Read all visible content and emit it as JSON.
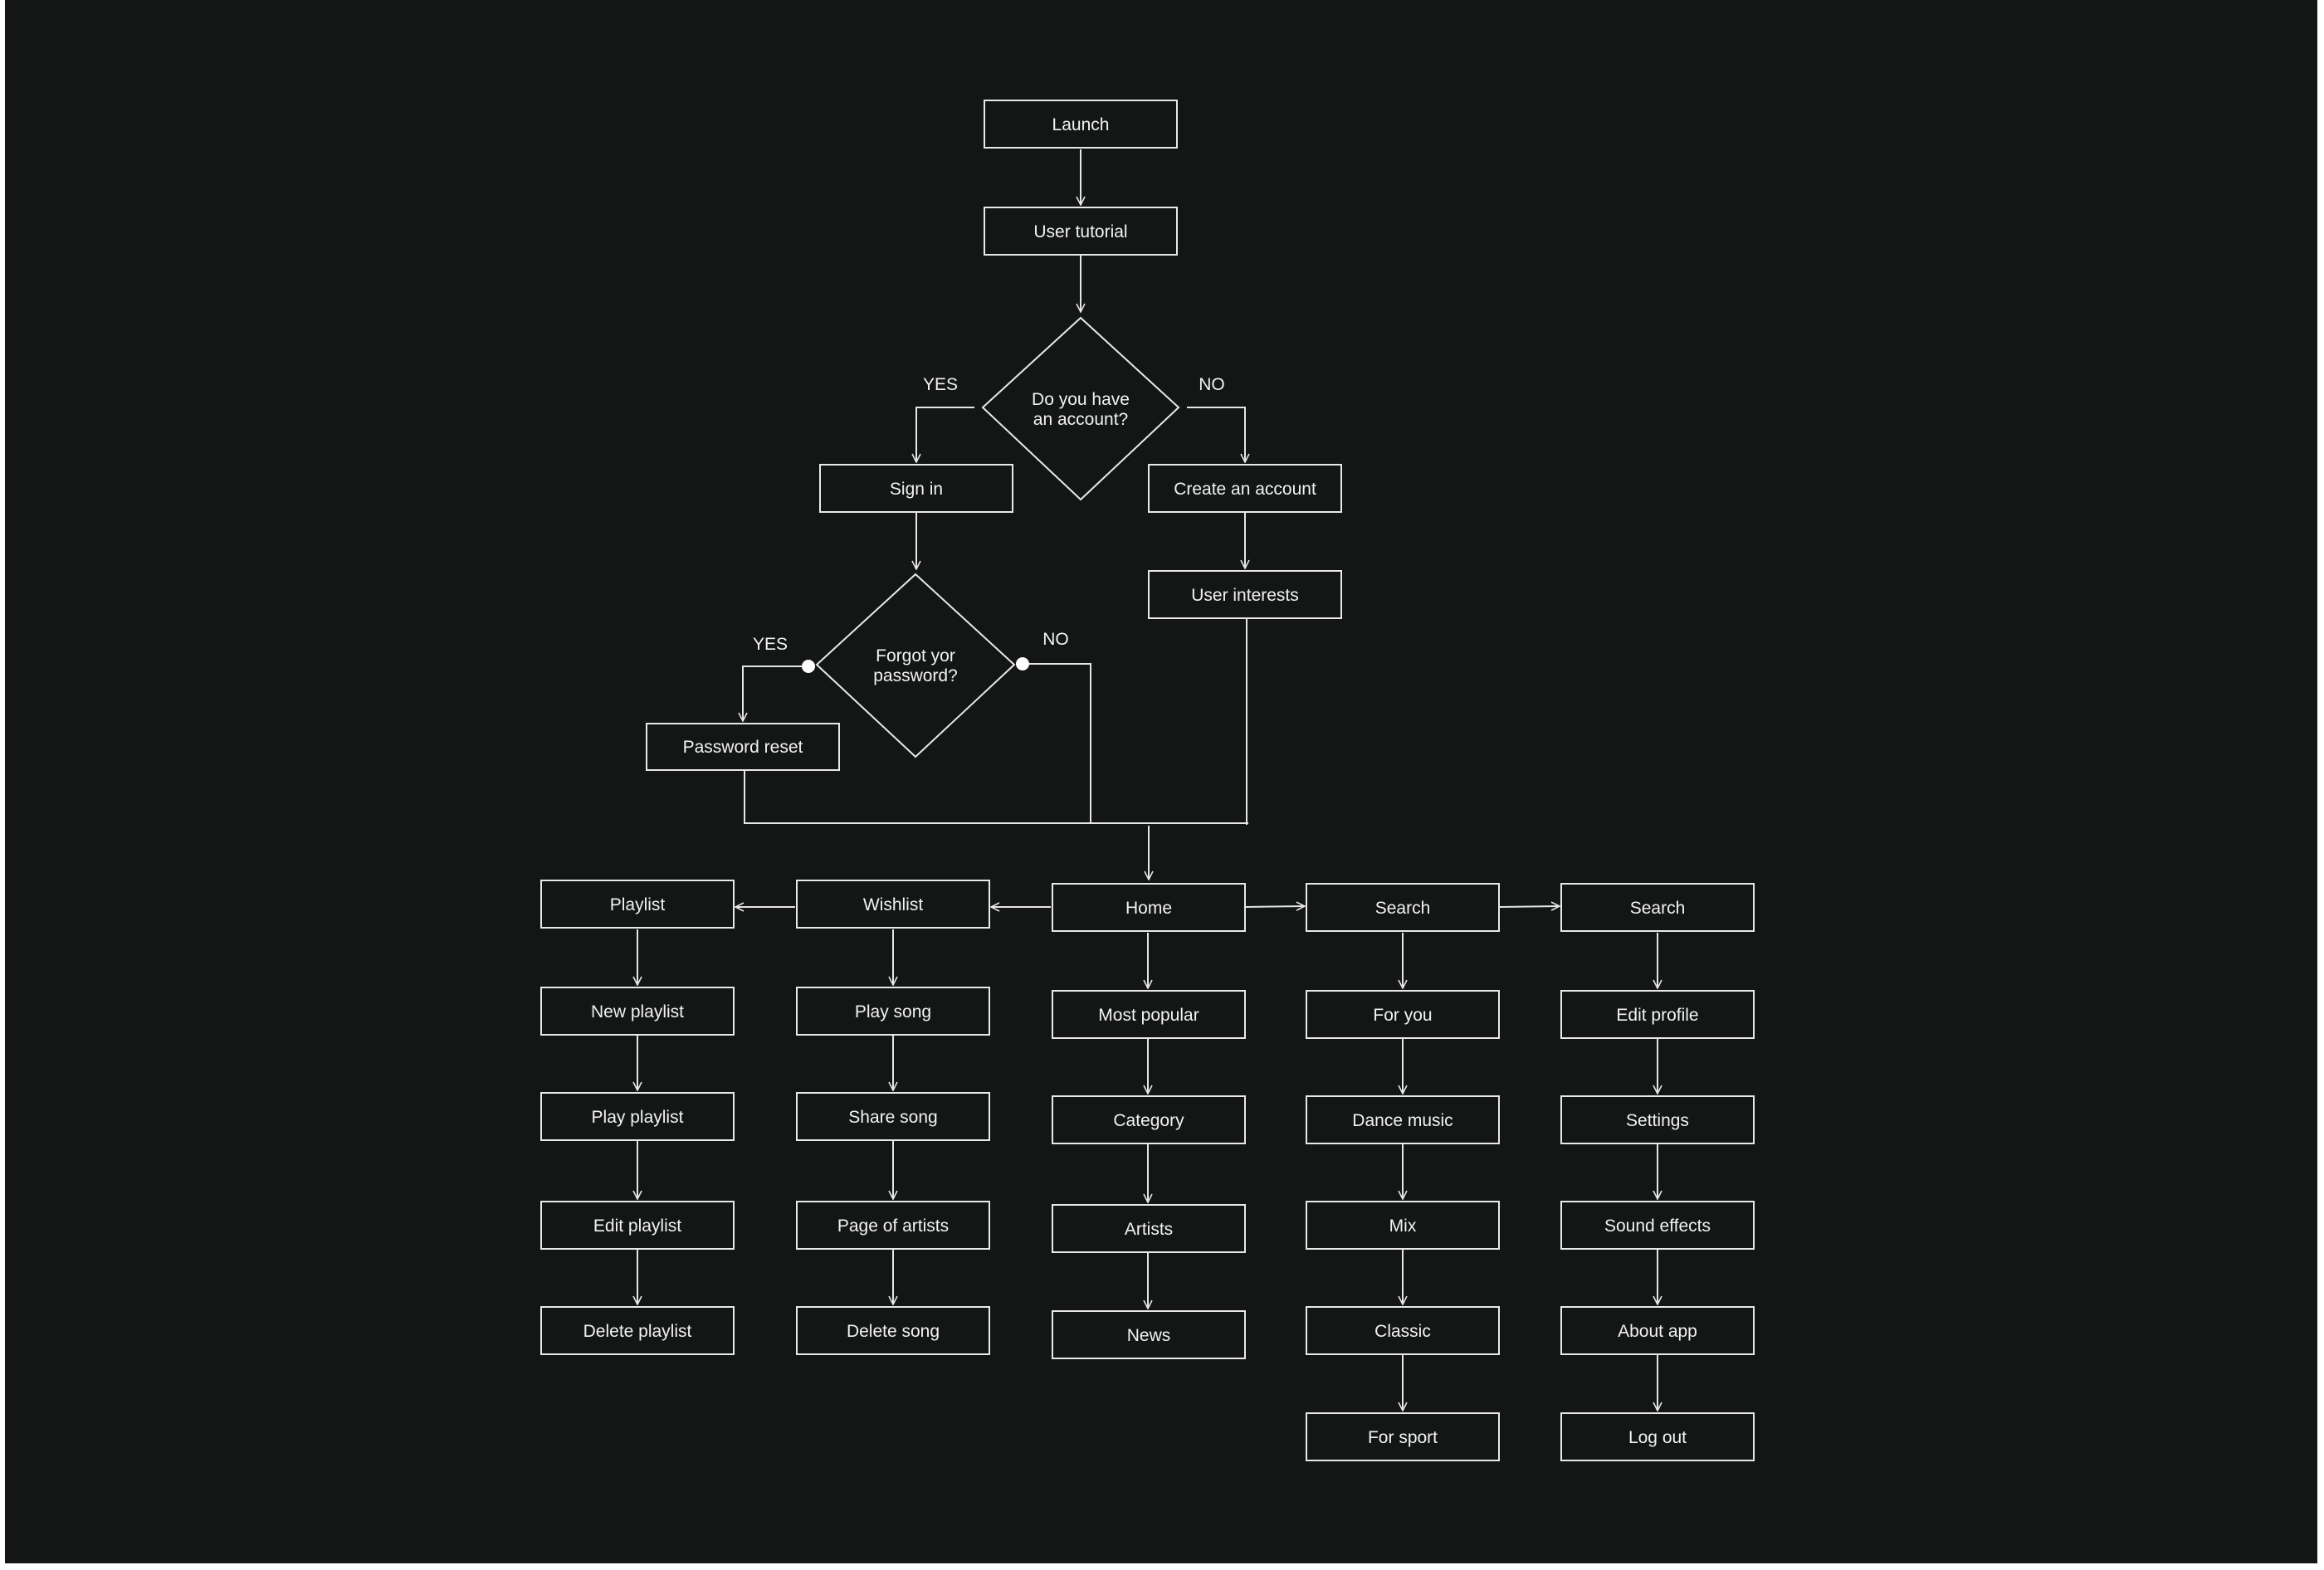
{
  "colors": {
    "background": "#141616",
    "stroke": "#e9e9e9",
    "text": "#f2f2f2"
  },
  "nodes": {
    "launch": "Launch",
    "user_tutorial": "User tutorial",
    "have_account": [
      "Do you have",
      "an account?"
    ],
    "sign_in": "Sign in",
    "create_account": "Create an account",
    "user_interests": "User interests",
    "forgot_password": [
      "Forgot yor",
      "password?"
    ],
    "password_reset": "Password reset",
    "home": "Home",
    "wishlist": "Wishlist",
    "playlist": "Playlist",
    "search_1": "Search",
    "search_2": "Search",
    "new_playlist": "New playlist",
    "play_playlist": "Play playlist",
    "edit_playlist": "Edit playlist",
    "delete_playlist": "Delete playlist",
    "play_song": "Play song",
    "share_song": "Share song",
    "page_of_artists": "Page of artists",
    "delete_song": "Delete song",
    "most_popular": "Most popular",
    "category": "Category",
    "artists": "Artists",
    "news": "News",
    "for_you": "For you",
    "dance_music": "Dance music",
    "mix": "Mix",
    "classic": "Classic",
    "for_sport": "For sport",
    "edit_profile": "Edit profile",
    "settings": "Settings",
    "sound_effects": "Sound effects",
    "about_app": "About app",
    "log_out": "Log out"
  },
  "edge_labels": {
    "account_yes": "YES",
    "account_no": "NO",
    "forgot_yes": "YES",
    "forgot_no": "NO"
  }
}
